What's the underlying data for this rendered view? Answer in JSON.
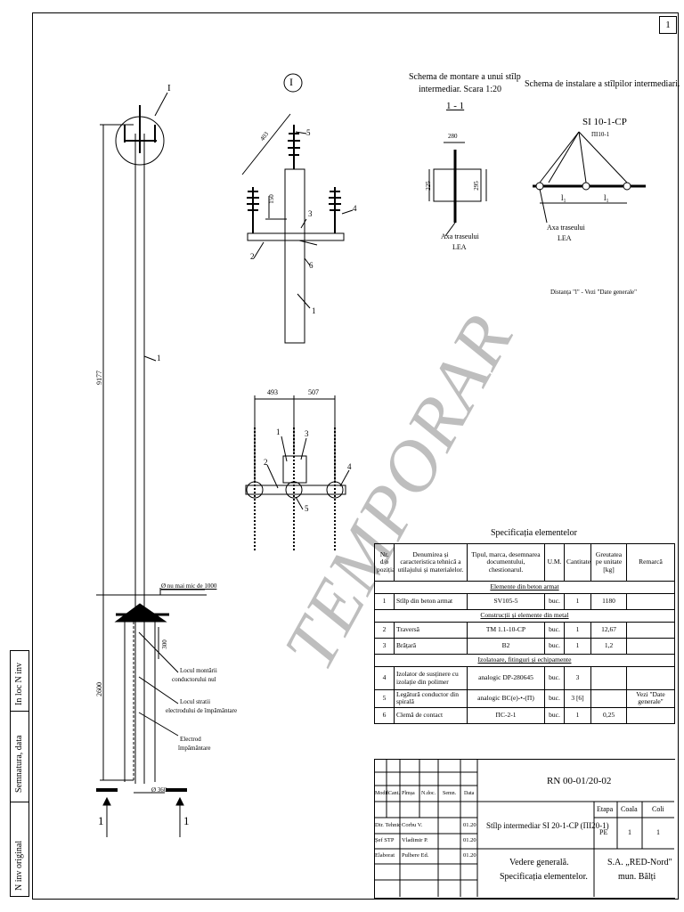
{
  "sheet_number": "1",
  "side_labels": {
    "inv_original": "N inv original",
    "semnatura_data": "Semnatura, data",
    "in_loc_inv": "In loc N inv"
  },
  "headings": {
    "schema_montare_line1": "Schema de montare a unui stîlp",
    "schema_montare_line2": "intermediar. Scara 1:20",
    "section_11": "1 - 1",
    "schema_instalare": "Schema de instalare a stîlpilor intermediari.",
    "detail_marker": "I",
    "si_label": "SI 10-1-CP",
    "pi_label": "ПI10-1"
  },
  "dimensions": {
    "d_9177": "9177",
    "d_2600": "2600",
    "d_360": "Ø 360",
    "d_300": "300",
    "d_1000": "Ø nu mai mic de 1000",
    "d_403": "403",
    "d_150": "150",
    "d_280": "280",
    "d_225": "225",
    "d_295": "295",
    "d_493": "493",
    "d_507": "507",
    "l1": "l₁",
    "l2": "l₁"
  },
  "annotations": {
    "locul_montarii": [
      "Locul montării",
      "conductorului nul"
    ],
    "locul_stratii": [
      "Locul stratii",
      "electrodului de împământare"
    ],
    "electrod": [
      "Electrod",
      "împământare"
    ],
    "axa1": [
      "Axa traseului",
      "LEA"
    ],
    "axa2": [
      "Axa traseului",
      "LEA"
    ],
    "distanta": "Distanța \"l\" - Vezi \"Date generale\"",
    "section_1": "1",
    "section_2": "1"
  },
  "callouts": {
    "c1": "1",
    "c1b": "1",
    "c2": "2",
    "c3": "3",
    "c4": "4",
    "c5": "5",
    "c6": "6",
    "d1": "1",
    "d2": "2",
    "d3": "3",
    "d4": "4",
    "d5": "5",
    "detailI": "I"
  },
  "watermark": "TEMPORAR",
  "spec": {
    "title": "Specificația elementelor",
    "headers": [
      "Nr. d/o poziția",
      "Denumirea și caracteristica tehnică a utilajului și materialelor.",
      "Tipul, marca, desemnarea documentului, chestionarul.",
      "U.M.",
      "Cantitatea",
      "Greutatea pe unitate [kg]",
      "Remarcă"
    ],
    "sections": [
      {
        "title": "Elemente din beton armat",
        "rows": [
          [
            "1",
            "Stîlp din beton armat",
            "SV105-5",
            "buc.",
            "1",
            "1180",
            ""
          ]
        ]
      },
      {
        "title": "Construcții și elemente din metal",
        "rows": [
          [
            "2",
            "Traversă",
            "TM 1.1-10-CP",
            "buc.",
            "1",
            "12,67",
            ""
          ],
          [
            "3",
            "Brățară",
            "B2",
            "buc.",
            "1",
            "1,2",
            ""
          ]
        ]
      },
      {
        "title": "Izolatoare, fitinguri și echipamente",
        "rows": [
          [
            "4",
            "Izolator de susținere cu izolație din polimer",
            "analogic DP-280645",
            "buc.",
            "3",
            "",
            ""
          ],
          [
            "5",
            "Legătură conductor din spirală",
            "analogic BC(e)-•-(П)",
            "buc.",
            "3 [6]",
            "",
            "Vezi \"Date generale\""
          ],
          [
            "6",
            "Clemă de contact",
            "ПС-2-1",
            "buc.",
            "1",
            "0,25",
            ""
          ]
        ]
      }
    ]
  },
  "title_block": {
    "doc_code": "RN 00-01/20-02",
    "col_headers": [
      "Modif.",
      "Cant.",
      "Plmșa",
      "N.doc.",
      "Semn.",
      "Data"
    ],
    "people": [
      {
        "role": "Dir. Tehnic",
        "name": "Corbu V.",
        "date": "01.20"
      },
      {
        "role": "Șef STP",
        "name": "Vladimir P.",
        "date": "01.20"
      },
      {
        "role": "Elaborat",
        "name": "Pulbere Ed.",
        "date": "01.20"
      }
    ],
    "project_title": "Stîlp intermediar SI 20-1-CP  (ПI20-1)",
    "etapa_label": "Etapa",
    "coala_label": "Coala",
    "coli_label": "Coli",
    "etapa": "PE",
    "coala": "1",
    "coli": "1",
    "drawing_title_1": "Vedere generală.",
    "drawing_title_2": "Specificația elementelor.",
    "company_1": "S.A. „RED-Nord\"",
    "company_2": "mun. Bălți"
  }
}
